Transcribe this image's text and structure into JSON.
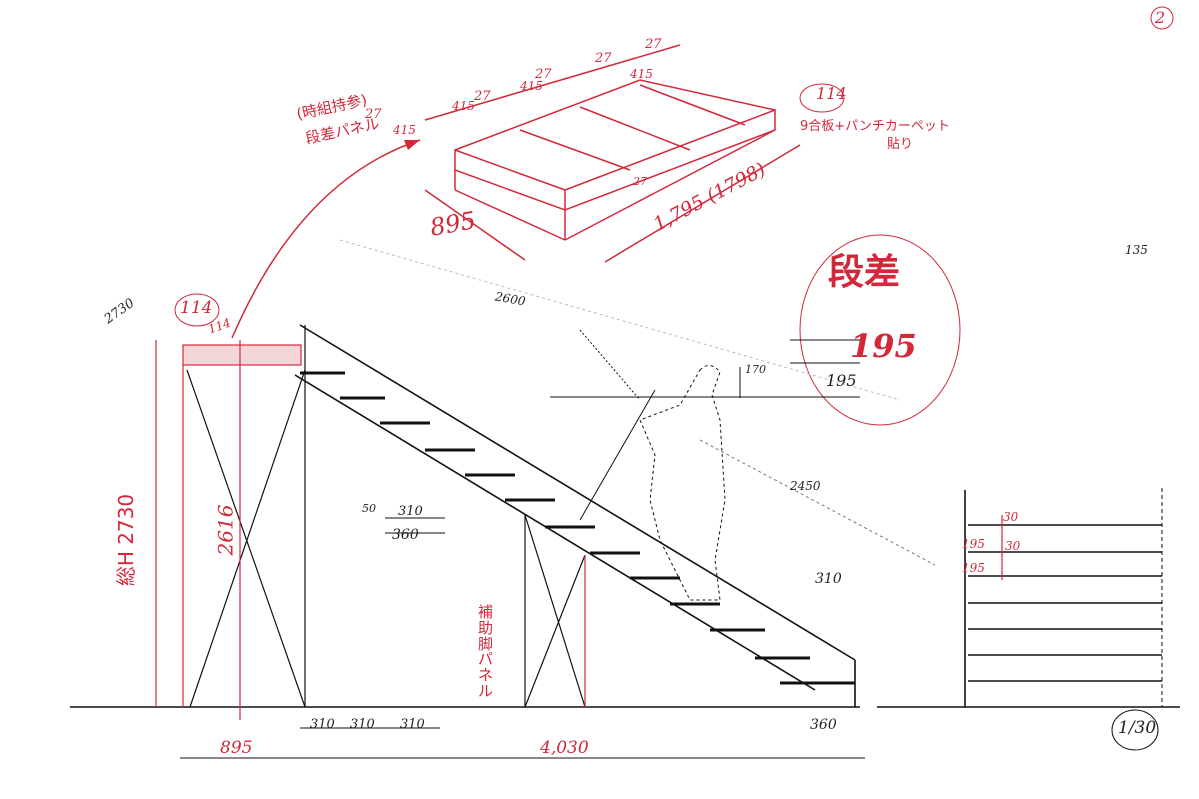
{
  "sheet": {
    "page_number": "2",
    "scale": "1/30",
    "stray_note": "135"
  },
  "colors": {
    "ink": "#1a1a1a",
    "red": "#d2283a"
  },
  "panel_isometric": {
    "note_line1": "(時組持参)",
    "note_line2": "段差パネル",
    "frame_widths": [
      "27",
      "27",
      "27",
      "27",
      "27"
    ],
    "bay_widths": [
      "415",
      "415",
      "415",
      "415"
    ],
    "bottom_frame": "27",
    "depth": "895",
    "length": "1,795 (1798)",
    "height": "114",
    "material_line1": "9合板+パンチカーペット",
    "material_line2": "貼り"
  },
  "step_callout": {
    "title": "段差",
    "value": "195"
  },
  "elevation": {
    "top_label": "2730",
    "platform_cloud": "114",
    "platform_thickness": "114",
    "total_height_label": "総H 2730",
    "inner_height": "2616",
    "stair_diag": "2600",
    "head_clear": "170",
    "riser": "195",
    "rail_diag": "2450",
    "tread_small": "50",
    "tread_310": "310",
    "tread_360": "360",
    "support_label": "補助脚パネル",
    "bottom_dims": [
      "310",
      "310",
      "310"
    ],
    "base_width": "895",
    "run_total": "4,030",
    "last_tread": "310",
    "last_360": "360"
  },
  "side_view": {
    "dims": [
      "30",
      "195",
      "30",
      "195"
    ]
  }
}
